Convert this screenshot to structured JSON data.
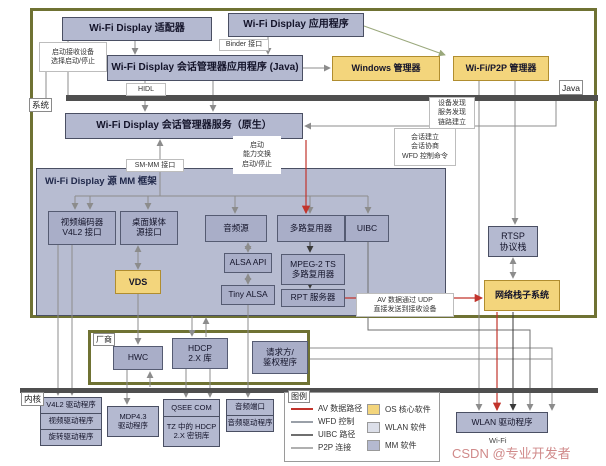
{
  "colors": {
    "frame_olive": "#6f7233",
    "box_lavender": "#b4b9d0",
    "box_yellow": "#f3d57c",
    "bar_dark": "#4f4f4f",
    "line_gray": "#8c8c8c",
    "line_red": "#c2342c",
    "line_black": "#3a3a3a"
  },
  "labels": {
    "java": "Java",
    "system": "系统",
    "vendor": "厂商",
    "kernel": "内核",
    "wifi": "Wi-Fi"
  },
  "top": {
    "adapter": "Wi-Fi Display 适配器",
    "app": "Wi-Fi Display 应用程序",
    "binder": "Binder 接口",
    "start_note": "启动接收设备\n选择启动/停止",
    "session_mgr_app": "Wi-Fi Display 会话管理器应用程序 (Java)",
    "windows_mgr": "Windows 管理器",
    "p2p_mgr": "Wi-Fi/P2P 管理器",
    "hidl": "HIDL"
  },
  "native": {
    "session_service": "Wi-Fi Display 会话管理器服务（原生）",
    "smmm": "SM-MM 接口",
    "cap_note": "启动\n能力交换\n启动/停止",
    "discover_note": "设备发现\n服务发现\n链路建立",
    "session_note": "会话建立\n会话协商\nWFD 控制命令"
  },
  "mm": {
    "title": "Wi-Fi Display 源 MM 框架",
    "video_enc": "视频编码器\nV4L2 接口",
    "desktop_media": "桌面媒体\n源接口",
    "audio_src": "音频源",
    "muxer": "多路复用器",
    "uibc": "UIBC",
    "vds": "VDS",
    "alsa_api": "ALSA API",
    "tiny_alsa": "Tiny ALSA",
    "mpeg2ts": "MPEG-2 TS\n多路复用器",
    "rtp_server": "RPT 服务器",
    "udp_note": "AV 数据通过 UDP\n直接发送到接收设备"
  },
  "right_col": {
    "rtsp": "RTSP\n协议栈",
    "netstack": "网络栈子系统"
  },
  "vendor_area": {
    "hwc": "HWC",
    "hdcp": "HDCP\n2.X 库",
    "requester": "请求方/\n鉴权程序"
  },
  "kernel_row": {
    "v4l2": "V4L2 驱动程序",
    "video_drv": "视频驱动程序",
    "rotator_drv": "旋转驱动程序",
    "mdp": "MDP4.3\n驱动程序",
    "qseecom": "QSEE COM",
    "tz_hdcp": "TZ 中的 HDCP\n2.X 密钥库",
    "audio_port": "音频端口",
    "audio_drv": "音频驱动程序",
    "wlan_drv": "WLAN 驱动程序"
  },
  "legend": {
    "title": "图例",
    "lines": [
      {
        "label": "AV 数据路径",
        "color": "#c2342c"
      },
      {
        "label": "WFD 控制",
        "color": "#9aa0a8"
      },
      {
        "label": "UIBC 路径",
        "color": "#6f6f6f"
      },
      {
        "label": "P2P 连接",
        "color": "#b0b0b0"
      }
    ],
    "swatches": [
      {
        "label": "OS 核心软件",
        "color": "#f3d57c"
      },
      {
        "label": "WLAN 软件",
        "color": "#dcdfe9"
      },
      {
        "label": "MM 软件",
        "color": "#b4b9d0"
      }
    ]
  },
  "watermark": "CSDN @专业开发者"
}
